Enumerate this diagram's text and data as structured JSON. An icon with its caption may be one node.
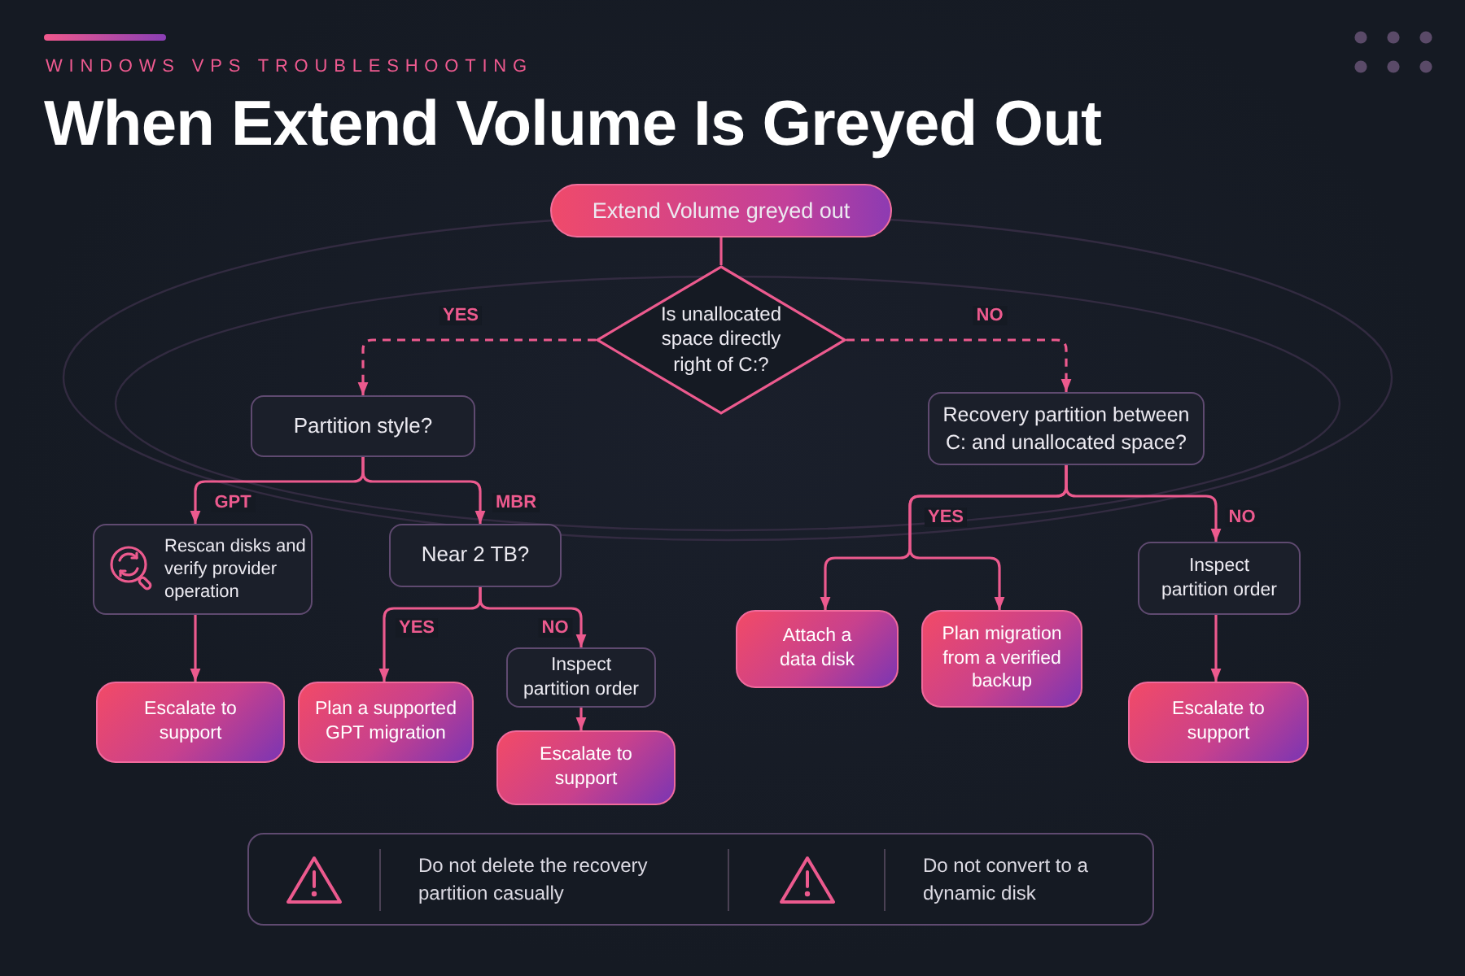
{
  "diagram": {
    "title": "When Extend Volume Is Greyed Out",
    "nodes": [
      {
        "text": [
          "Extend Volume greyed out"
        ]
      },
      {
        "text": [
          "Is unallocated space directly right of C:?"
        ]
      },
      {
        "text": [
          "Partition style?"
        ]
      },
      {
        "text": [
          "Recovery partition between C: and unallocated space?"
        ]
      },
      {
        "text": [
          "Rescan disks and verify provider operation"
        ]
      },
      {
        "text": [
          "Near 2 TB?"
        ]
      },
      {
        "text": [
          "Inspect partition order"
        ]
      },
      {
        "text": [
          "Attach a data disk"
        ]
      },
      {
        "text": [
          "Plan migration from a verified backup"
        ]
      },
      {
        "text": [
          "Escalate to support"
        ]
      },
      {
        "text": [
          "Plan a supported GPT migration"
        ]
      },
      {
        "text": [
          "Inspect partition order"
        ]
      },
      {
        "text": [
          "Escalate to support"
        ]
      },
      {
        "text": [
          "Escalate to support"
        ]
      },
      {
        "text": [
          "Do not delete the recovery partition casually",
          "Do not convert to a dynamic disk"
        ]
      }
    ],
    "edges": [
      {
        "from": 0,
        "to": 1,
        "arrow": "none"
      },
      {
        "from": 1,
        "to": 2,
        "arrow": "to",
        "label": "YES",
        "style": "dashed"
      },
      {
        "from": 1,
        "to": 3,
        "arrow": "to",
        "label": "NO",
        "style": "dashed"
      },
      {
        "from": 2,
        "to": 4,
        "arrow": "to",
        "label": "GPT"
      },
      {
        "from": 2,
        "to": 5,
        "arrow": "to",
        "label": "MBR"
      },
      {
        "from": 4,
        "to": 9,
        "arrow": "to"
      },
      {
        "from": 5,
        "to": 10,
        "arrow": "to",
        "label": "YES"
      },
      {
        "from": 5,
        "to": 11,
        "arrow": "to",
        "label": "NO"
      },
      {
        "from": 11,
        "to": 12,
        "arrow": "to"
      },
      {
        "from": 3,
        "to": 7,
        "arrow": "to",
        "label": "YES"
      },
      {
        "from": 3,
        "to": 8,
        "arrow": "to"
      },
      {
        "from": 3,
        "to": 6,
        "arrow": "to",
        "label": "NO"
      },
      {
        "from": 6,
        "to": 13,
        "arrow": "to"
      }
    ],
    "labels": [
      "WINDOWS VPS TROUBLESHOOTING"
    ]
  }
}
